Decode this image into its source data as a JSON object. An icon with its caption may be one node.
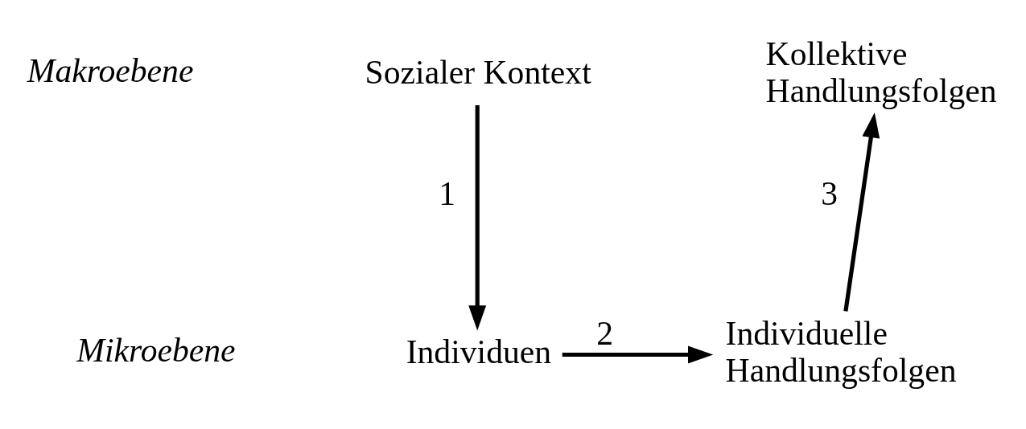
{
  "diagram": {
    "nodes": [
      {
        "text": [
          "Sozialer Kontext"
        ]
      },
      {
        "text": [
          "Individuen"
        ]
      },
      {
        "text": [
          "Individuelle Handlungsfolgen"
        ]
      },
      {
        "text": [
          "Kollektive Handlungsfolgen"
        ]
      }
    ],
    "edges": [
      {
        "from": 0,
        "to": 1,
        "arrow": "to",
        "label": "1"
      },
      {
        "from": 1,
        "to": 2,
        "arrow": "to",
        "label": "2"
      },
      {
        "from": 2,
        "to": 3,
        "arrow": "to",
        "label": "3"
      }
    ],
    "labels": [
      "Makroebene",
      "Mikroebene"
    ]
  }
}
